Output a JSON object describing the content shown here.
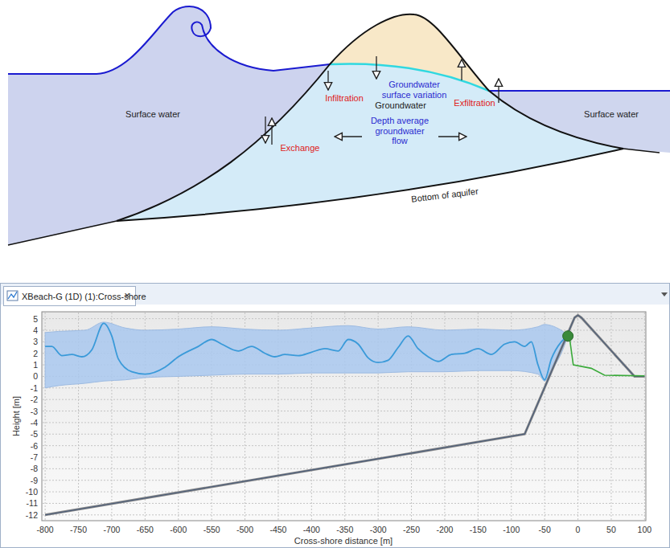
{
  "diagram": {
    "labels": [
      "Surface water",
      "Infiltration",
      "Groundwater surface variation",
      "Groundwater",
      "Exfiltration",
      "Exchange",
      "Depth average groundwater flow",
      "Surface water",
      "Bottom of aquifer",
      "XBeach-G (1D) (1):Cross-shore",
      "×",
      "5",
      "4",
      "3",
      "2",
      "1",
      "0",
      "-1",
      "-2",
      "-3",
      "-4",
      "-5",
      "-6",
      "-7",
      "-8",
      "-9",
      "-10",
      "-11",
      "-12",
      "-800",
      "-750",
      "-700",
      "-650",
      "-600",
      "-550",
      "-500",
      "-450",
      "-400",
      "-350",
      "-300",
      "-250",
      "-200",
      "-150",
      "-100",
      "-50",
      "0",
      "50",
      "100",
      "Height [m]",
      "Cross-shore distance [m]"
    ]
  }
}
